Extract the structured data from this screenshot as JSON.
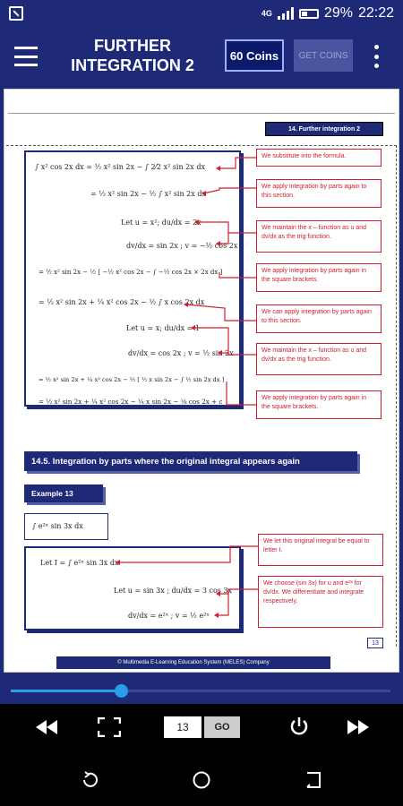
{
  "status_bar": {
    "network": "4G",
    "battery": "29%",
    "time": "22:22"
  },
  "app_bar": {
    "title": "FURTHER INTEGRATION 2",
    "coins_label": "60 Coins",
    "get_coins_label": "GET COINS"
  },
  "document": {
    "section_tag": "14. Further integration 2",
    "lines": [
      "∫ x² cos 2x dx  =  ½ x² sin 2x  −  ∫ 2⁄2 x² sin 2x dx",
      "= ½ x² sin 2x − ½ ∫ x² sin 2x dx",
      "Let  u = x²;   du/dx = 2x",
      "dv/dx = sin 2x ;  v = −½ cos 2x",
      "= ½ x² sin 2x − ½ [ −½ x² cos 2x − ∫ −½ cos 2x × 2x dx ]",
      "= ½ x² sin 2x  +  ¼ x² cos 2x  −  ½ ∫ x cos 2x dx",
      "Let  u = x;   du/dx = 1",
      "dv/dx = cos 2x ;  v = ½ sin 2x",
      "= ½ x² sin 2x + ¼ x² cos 2x − ½ [ ½ x sin 2x − ∫ ½ sin 2x dx ]",
      "= ½ x² sin 2x  +  ¼ x² cos 2x − ¼ x sin 2x − ⅛ cos 2x + c"
    ],
    "notes": [
      "We substitute into the formula.",
      "We apply integration by parts again to this section.",
      "We maintain the x – function as u and dv/dx as the trig function.",
      "We apply integration by parts again in the square brackets.",
      "We can apply integration by parts again to this section.",
      "We maintain the x – function as u and dv/dx as the trig function.",
      "We apply integration by parts again in the square brackets."
    ],
    "heading": "14.5. Integration by parts where the original integral appears again",
    "example_label": "Example 13",
    "example_integral": "∫ e²ˣ sin 3x dx",
    "example_lines": [
      "Let  I = ∫ e²ˣ sin 3x dx",
      "Let  u = sin 3x ;   du/dx = 3 cos 3x",
      "dv/dx  =  e²ˣ ;   v = ½ e²ˣ"
    ],
    "example_notes": [
      "We let this original integral be equal to letter I.",
      "We choose (sin 3x) for u and e²ˣ for dv/dx. We differentiate and integrate respectively."
    ],
    "page_number": "13",
    "footer": "© Multimedia E-Learning Education System (MELES) Company"
  },
  "reader_controls": {
    "progress": 0.29,
    "page_value": "13",
    "go_label": "GO"
  },
  "colors": {
    "brand_blue": "#1e2a78",
    "note_red": "#d02030",
    "seek_accent": "#2a9ee8"
  }
}
